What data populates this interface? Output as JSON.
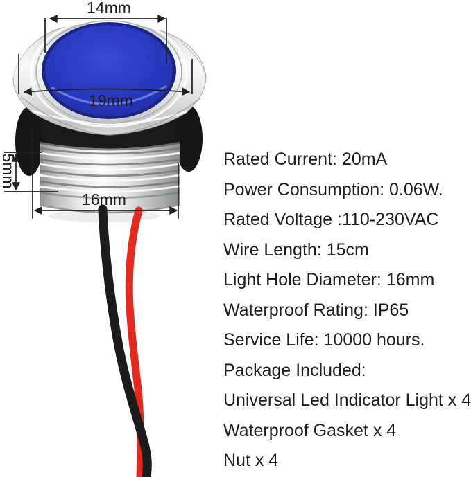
{
  "product_diagram": {
    "description": "Universal LED indicator light, blue dome lens, metal bezel, threaded body, red and black wire leads",
    "dimensions": {
      "lens_diameter": "14mm",
      "head_diameter": "19mm",
      "thread_height": "5mm",
      "body_diameter": "16mm"
    },
    "colors": {
      "lens_blue": "#2c3ac2",
      "metal_silver": "#d7d8d8",
      "gasket_black": "#1a1a1a",
      "wire_red": "#e52a1d",
      "wire_black": "#1c1c1c",
      "annotation": "#1f1f1f"
    }
  },
  "specs": {
    "lines": [
      "Rated Current: 20mA",
      "Power Consumption: 0.06W.",
      "Rated Voltage :110-230VAC",
      "Wire Length: 15cm",
      "Light Hole Diameter: 16mm",
      "Waterproof Rating: IP65",
      "Service Life: 10000 hours.",
      "Package Included:",
      "Universal Led Indicator Light x 4",
      "Waterproof Gasket x 4",
      "Nut x 4"
    ]
  }
}
